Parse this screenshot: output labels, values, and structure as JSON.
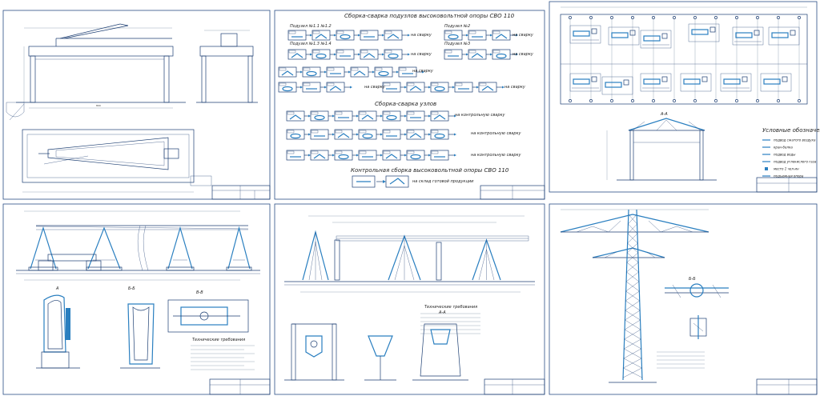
{
  "panel_top_middle": {
    "title": "Сборка-сварка подузлов высоковольтной опоры СВО 110",
    "sub_labels": [
      "Подузел №1.1 №1.2",
      "Подузел №1.3 №1.4",
      "Подузел №2",
      "Подузел №3"
    ],
    "section_corners": "Сборка-сварка узлов",
    "section_control": "Контрольная сборка высоковольтной опоры СВО 110",
    "to_weld": "на сварку",
    "to_control_weld": "на контрольную сварку",
    "to_storage": "на склад готовой продукции"
  },
  "panel_top_right": {
    "legend_title": "Условные обозначения",
    "legend_items": [
      "подвод сжатого воздуха",
      "кран-балка",
      "подвод воды",
      "подвод углекислого газа",
      "место 1 чел-ин",
      "подъемная опора"
    ],
    "section_label": "А-А"
  },
  "panel_bottom_left": {
    "section_a": "А",
    "section_b": "Б-Б",
    "section_v": "В-В",
    "notes_title": "Технические требования"
  },
  "panel_bottom_middle": {
    "notes_title": "Технические требования",
    "section_label": "А-А"
  },
  "panel_bottom_right": {
    "section_label": "Б-Б"
  },
  "colors": {
    "line": "#1c3e72",
    "accent": "#2a7fc0",
    "paper": "#ffffff"
  }
}
